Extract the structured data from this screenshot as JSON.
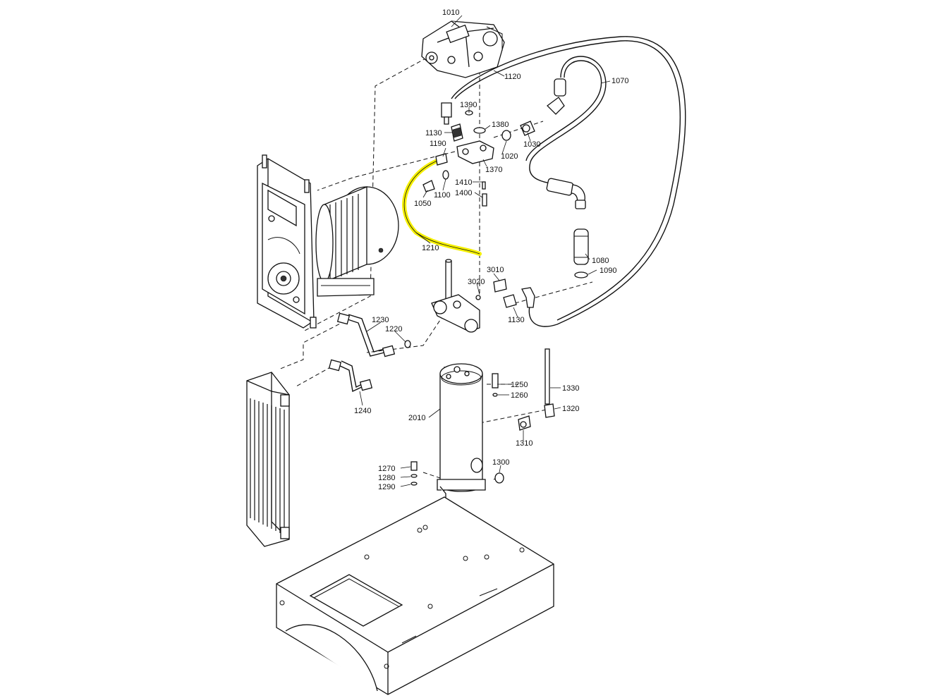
{
  "diagram": {
    "highlight_color": "#f5f000",
    "line_color": "#111111",
    "background": "#ffffff",
    "highlighted_part": "1210",
    "part_numbers": [
      "1010",
      "1120",
      "1070",
      "1390",
      "1380",
      "1130",
      "1190",
      "1020",
      "1030",
      "1370",
      "1410",
      "1400",
      "1100",
      "1050",
      "1210",
      "3010",
      "3020",
      "1080",
      "1090",
      "1230",
      "1220",
      "1240",
      "1250",
      "1260",
      "1330",
      "1320",
      "2010",
      "1310",
      "1300",
      "1270",
      "1280",
      "1290"
    ]
  }
}
